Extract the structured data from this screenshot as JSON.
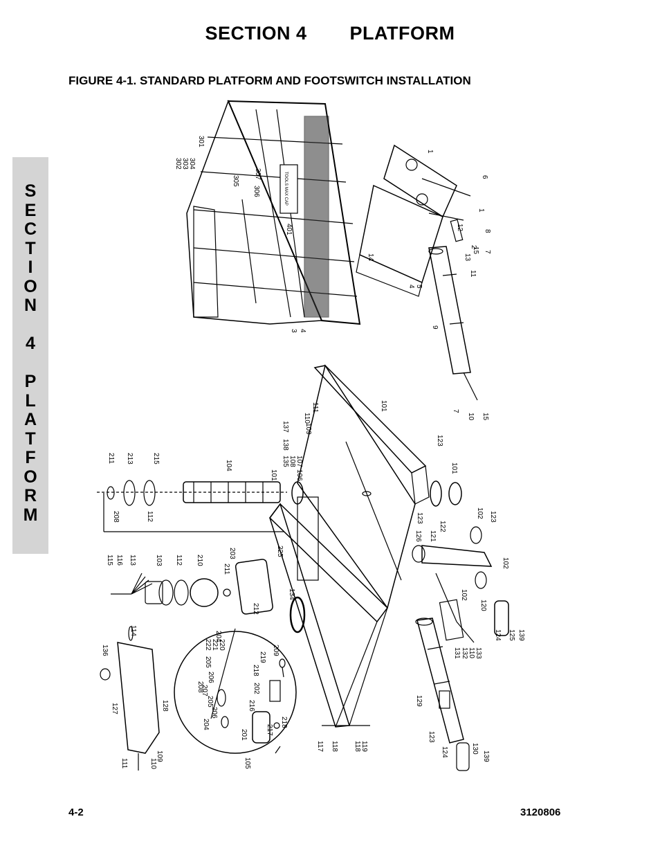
{
  "header": {
    "section_label": "SECTION 4",
    "section_name": "PLATFORM"
  },
  "figure": {
    "title": "FIGURE 4-1. STANDARD PLATFORM AND FOOTSWITCH INSTALLATION",
    "callouts": [
      "301",
      "302",
      "303",
      "304",
      "305",
      "306",
      "307",
      "401",
      "1",
      "6",
      "1",
      "12",
      "2",
      "8",
      "13",
      "15",
      "7",
      "11",
      "14",
      "4",
      "5",
      "3",
      "4",
      "9",
      "7",
      "10",
      "15",
      "101",
      "111",
      "110",
      "109",
      "137",
      "138",
      "135",
      "108",
      "107",
      "106",
      "101",
      "123",
      "101",
      "104",
      "211",
      "213",
      "215",
      "208",
      "112",
      "123",
      "122",
      "121",
      "126",
      "102",
      "123",
      "102",
      "115",
      "116",
      "113",
      "103",
      "112",
      "210",
      "211",
      "203",
      "225",
      "212",
      "134",
      "102",
      "120",
      "114",
      "136",
      "124",
      "125",
      "139",
      "131",
      "132",
      "110",
      "133",
      "222",
      "221",
      "220",
      "204",
      "205",
      "206",
      "207",
      "208",
      "205",
      "206",
      "204",
      "219",
      "209",
      "218",
      "202",
      "216",
      "201",
      "217",
      "218",
      "127",
      "128",
      "111",
      "110",
      "109",
      "105",
      "117",
      "118",
      "118",
      "119",
      "129",
      "123",
      "124",
      "130",
      "139"
    ],
    "decal_text": "TOOLS MAX CAP"
  },
  "side_tab": {
    "letters": [
      "S",
      "E",
      "C",
      "T",
      "I",
      "O",
      "N",
      "",
      "4",
      "",
      "P",
      "L",
      "A",
      "T",
      "F",
      "O",
      "R",
      "M"
    ]
  },
  "footer": {
    "page_number": "4-2",
    "document_number": "3120806"
  }
}
